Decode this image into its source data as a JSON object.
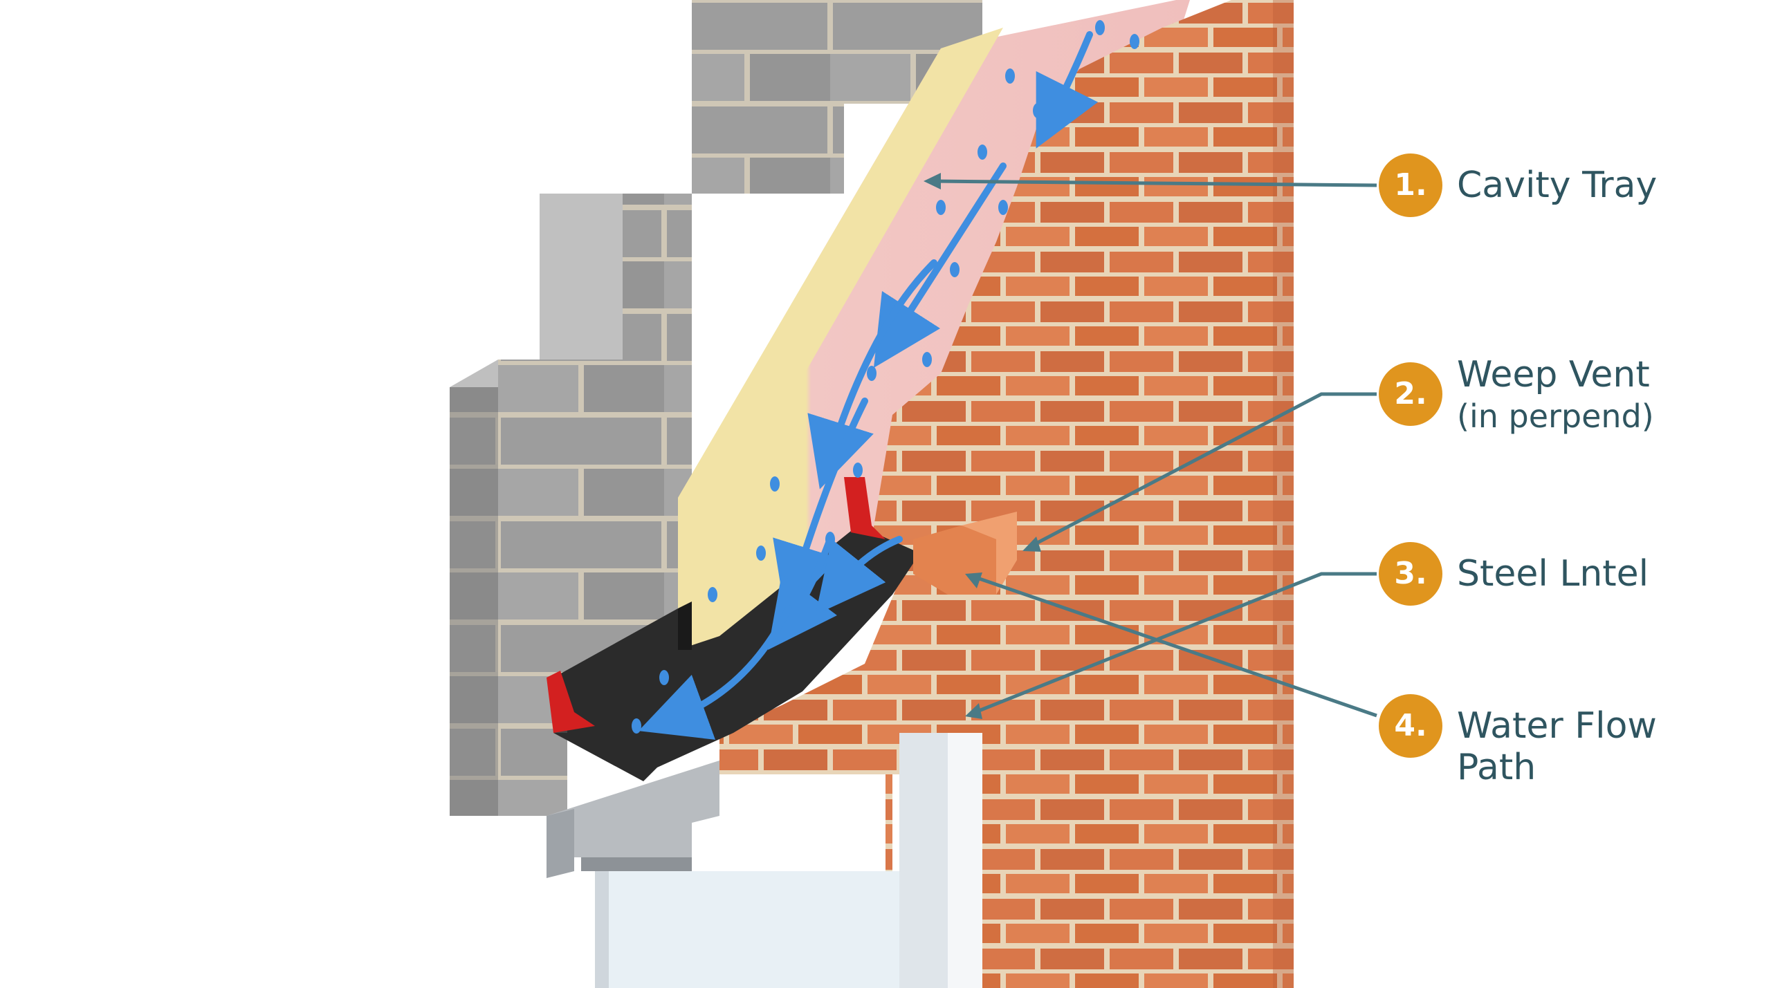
{
  "colors": {
    "badge": "#e0951e",
    "label_text": "#2f5560",
    "leader_line": "#4a7a86",
    "brick": "#d9774a",
    "mortar": "#e8d5b8",
    "block": "#9a9a9a",
    "insulation_pink": "#f2c7c4",
    "insulation_yellow": "#f2e3a6",
    "tray": "#2b2b2b",
    "stop_end": "#d32020",
    "water_arrow": "#3f8ee0",
    "lintel_steel": "#b8bcc0",
    "glass": "#e8f0f5"
  },
  "callouts": [
    {
      "number": "1.",
      "label": "Cavity Tray"
    },
    {
      "number": "2.",
      "label": "Weep Vent",
      "sublabel": "(in perpend)"
    },
    {
      "number": "3.",
      "label": "Steel Lntel"
    },
    {
      "number": "4.",
      "label": "Water Flow",
      "sublabel": "Path"
    }
  ]
}
